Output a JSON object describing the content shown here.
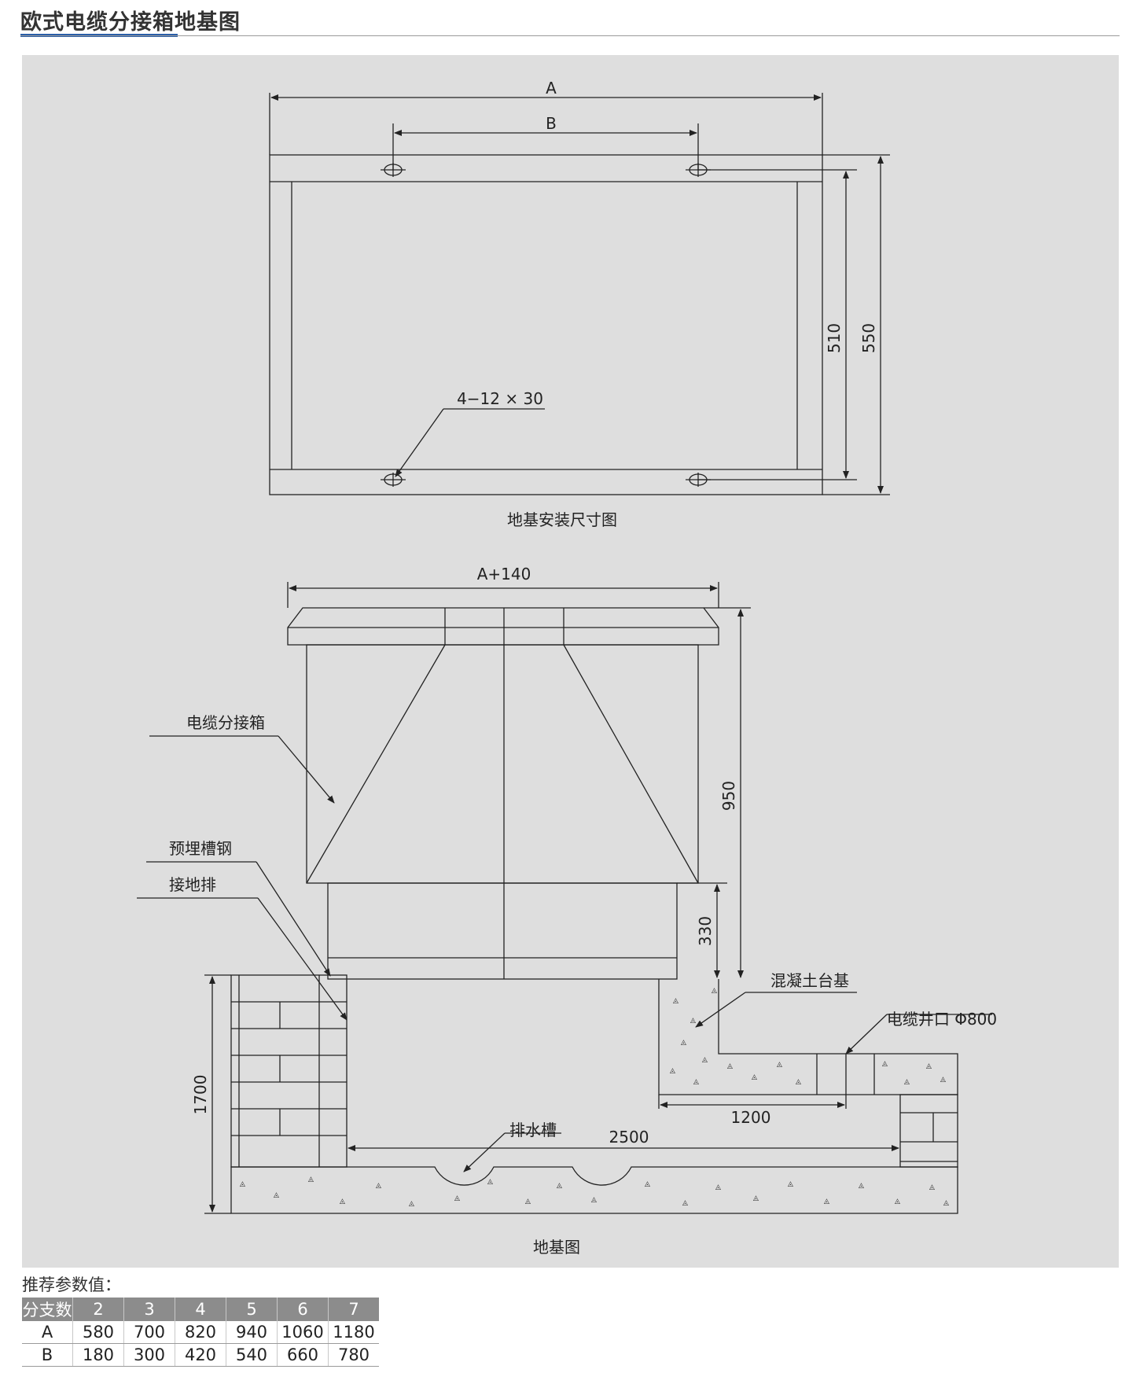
{
  "title": "欧式电缆分接箱地基图",
  "plan_view": {
    "caption": "地基安装尺寸图",
    "dim_A": "A",
    "dim_B": "B",
    "dim_510": "510",
    "dim_550": "550",
    "hole_note": "4−12 × 30"
  },
  "section_view": {
    "caption": "地基图",
    "dim_top": "A+140",
    "dim_950": "950",
    "dim_330": "330",
    "dim_1700": "1700",
    "dim_2500": "2500",
    "dim_1200": "1200",
    "label_box": "电缆分接箱",
    "label_channel": "预埋槽钢",
    "label_ground": "接地排",
    "label_concrete": "混凝土台基",
    "label_well": "电缆井口 Φ800",
    "label_drain": "排水槽"
  },
  "params": {
    "heading": "推荐参数值：",
    "header": [
      "分支数",
      "2",
      "3",
      "4",
      "5",
      "6",
      "7"
    ],
    "rows": [
      [
        "A",
        "580",
        "700",
        "820",
        "940",
        "1060",
        "1180"
      ],
      [
        "B",
        "180",
        "300",
        "420",
        "540",
        "660",
        "780"
      ]
    ]
  }
}
